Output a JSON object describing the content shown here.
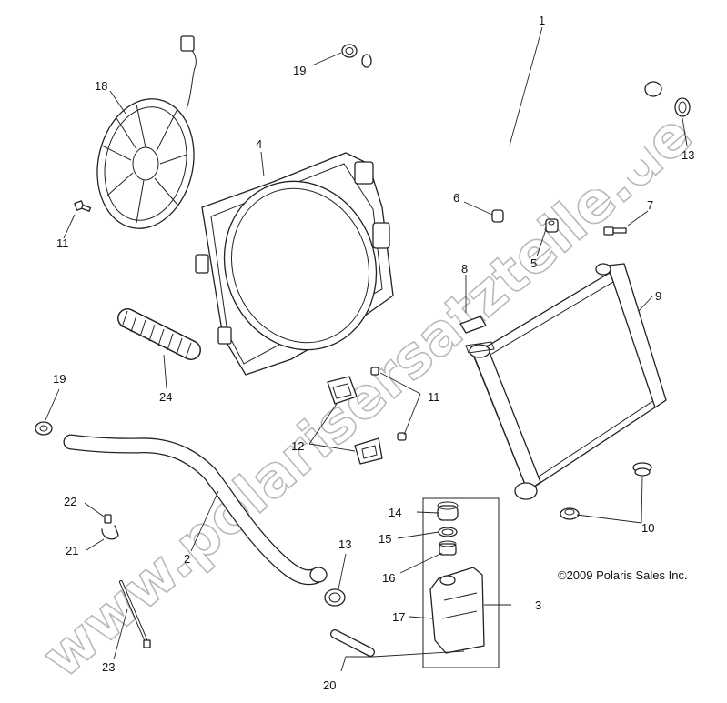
{
  "watermark": "www.polarisersatzteile.de",
  "copyright": "©2009 Polaris Sales Inc.",
  "callouts": {
    "c1": "1",
    "c2": "2",
    "c3": "3",
    "c4": "4",
    "c5": "5",
    "c6": "6",
    "c7": "7",
    "c8": "8",
    "c9": "9",
    "c10": "10",
    "c11a": "11",
    "c11b": "11",
    "c12": "12",
    "c13a": "13",
    "c13b": "13",
    "c14": "14",
    "c15": "15",
    "c16": "16",
    "c17": "17",
    "c18": "18",
    "c19a": "19",
    "c19b": "19",
    "c20": "20",
    "c21": "21",
    "c22": "22",
    "c23": "23",
    "c24": "24"
  },
  "colors": {
    "line": "#222222",
    "watermark": "#b9b9b9",
    "background": "#ffffff"
  }
}
